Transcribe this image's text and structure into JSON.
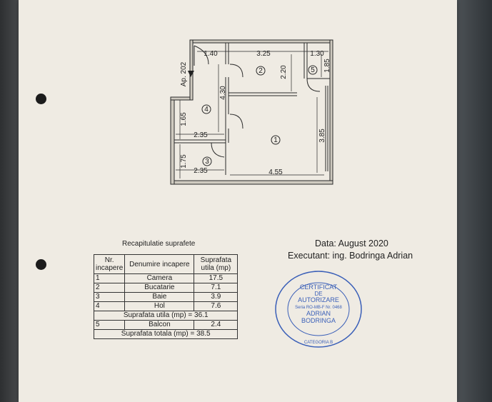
{
  "plan": {
    "apartment_label": "Ap. 202",
    "dimensions": {
      "top_left": "1.40",
      "top_mid": "3.25",
      "top_right": "1.30",
      "kitchen_height": "2.20",
      "balcony_height": "1.85",
      "hall_height": "4.30",
      "hall_lower": "1.65",
      "hall_width": "2.35",
      "bath_width": "2.35",
      "bath_height": "1.75",
      "room_width": "4.55",
      "room_height": "3.85"
    },
    "rooms": [
      "1",
      "2",
      "3",
      "4",
      "5"
    ]
  },
  "recap": {
    "title": "Recapitulatie suprafete",
    "headers": [
      "Nr. incapere",
      "Denumire incapere",
      "Suprafata utila (mp)"
    ],
    "rows": [
      {
        "nr": "1",
        "name": "Camera",
        "area": "17.5"
      },
      {
        "nr": "2",
        "name": "Bucatarie",
        "area": "7.1"
      },
      {
        "nr": "3",
        "name": "Baie",
        "area": "3.9"
      },
      {
        "nr": "4",
        "name": "Hol",
        "area": "7.6"
      }
    ],
    "subtotal": "Suprafata utila (mp) = 36.1",
    "balcony": {
      "nr": "5",
      "name": "Balcon",
      "area": "2.4"
    },
    "total": "Suprafata totala (mp) = 38.5"
  },
  "info": {
    "date": "Data: August 2020",
    "executant": "Executant: ing. Bodringa  Adrian"
  },
  "stamp": {
    "line1": "CERTIFICAT",
    "line2": "DE",
    "line3": "AUTORIZARE",
    "serie": "Seria RO-MB-F  Nr. 0468",
    "name1": "ADRIAN",
    "name2": "BODRINGA",
    "category": "CATEGORIA B"
  },
  "colors": {
    "stamp": "#3a5fb8",
    "paper": "#efebe3",
    "ink": "#222222"
  }
}
